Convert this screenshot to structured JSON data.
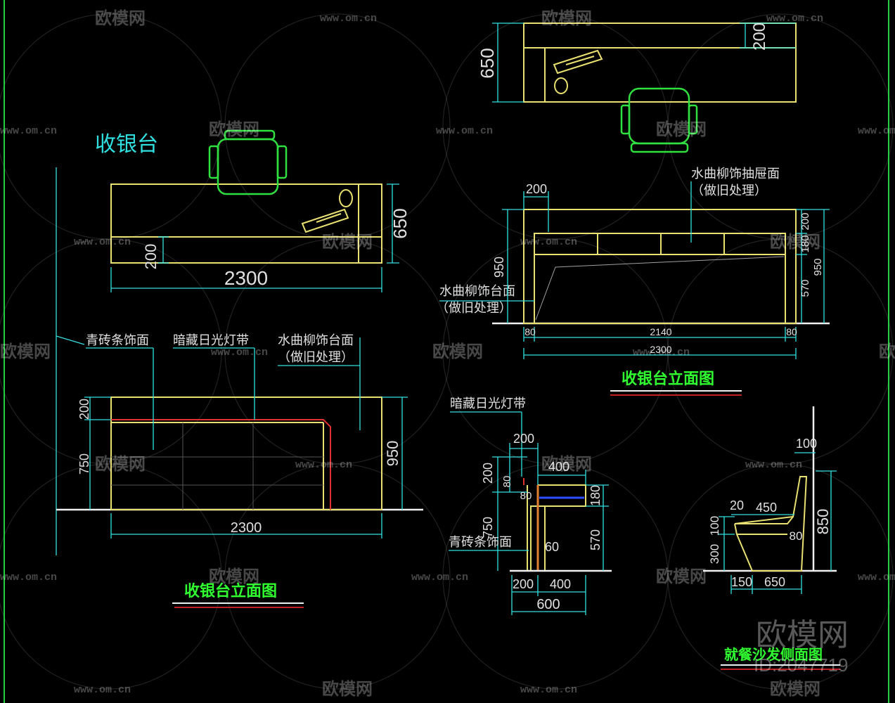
{
  "watermark": {
    "brand": "欧模网",
    "url": "www.om.cn",
    "id_text": "ID:2047719"
  },
  "plan_top_left": {
    "title": "收银台",
    "dims": {
      "d200": "200",
      "d650": "650",
      "d2300": "2300"
    }
  },
  "plan_top_right": {
    "dims": {
      "d650": "650",
      "d200": "200"
    }
  },
  "elevation_left": {
    "labels": {
      "brick": "青砖条饰面",
      "light": "暗藏日光灯带",
      "wood1": "水曲柳饰台面",
      "wood2": "（做旧处理）"
    },
    "dims": {
      "d200": "200",
      "d750": "750",
      "d950": "950",
      "d2300": "2300"
    },
    "caption": "收银台立面图"
  },
  "elevation_right": {
    "labels": {
      "drawer1": "水曲柳饰抽屉面",
      "drawer2": "（做旧处理）",
      "top1": "水曲柳饰台面",
      "top2": "（做旧处理）"
    },
    "dims": {
      "d200": "200",
      "d950l": "950",
      "d200r": "200",
      "d180": "180",
      "d950r": "950",
      "d570": "570",
      "d80a": "80",
      "d2140": "2140",
      "d80b": "80",
      "d2300": "2300"
    },
    "caption": "收银台立面图"
  },
  "section": {
    "labels": {
      "light": "暗藏日光灯带",
      "brick": "青砖条饰面"
    },
    "dims": {
      "d200top": "200",
      "d400top": "400",
      "d200l": "200",
      "d80": "80",
      "d80b": "80",
      "d750": "750",
      "d180": "180",
      "d570": "570",
      "d60": "60",
      "d200b": "200",
      "d400b": "400",
      "d600": "600"
    }
  },
  "sofa": {
    "dims": {
      "d100": "100",
      "d20": "20",
      "d450": "450",
      "d850": "850",
      "d100l": "100",
      "d300": "300",
      "d80": "80",
      "d150": "150",
      "d650": "650"
    },
    "caption": "就餐沙发侧面图"
  }
}
